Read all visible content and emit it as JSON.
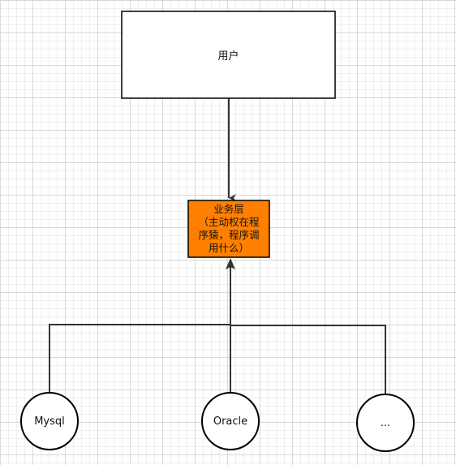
{
  "diagram": {
    "nodes": {
      "user": {
        "label": "用户",
        "fill": "#ffffff",
        "stroke": "#000000"
      },
      "service": {
        "label": "业务层\n（主动权在程\n序猿，程序调\n用什么）",
        "fill": "#ff8000",
        "stroke": "#000000"
      },
      "mysql": {
        "label": "Mysql",
        "fill": "#ffffff",
        "stroke": "#000000"
      },
      "oracle": {
        "label": "Oracle",
        "fill": "#ffffff",
        "stroke": "#000000"
      },
      "etc": {
        "label": "...",
        "fill": "#ffffff",
        "stroke": "#000000"
      }
    },
    "edges": [
      {
        "from": "user",
        "to": "service"
      },
      {
        "from": "mysql",
        "to": "service"
      },
      {
        "from": "oracle",
        "to": "service"
      },
      {
        "from": "etc",
        "to": "service"
      }
    ],
    "colors": {
      "line": "#333333",
      "grid": "#d8d8d8"
    }
  }
}
